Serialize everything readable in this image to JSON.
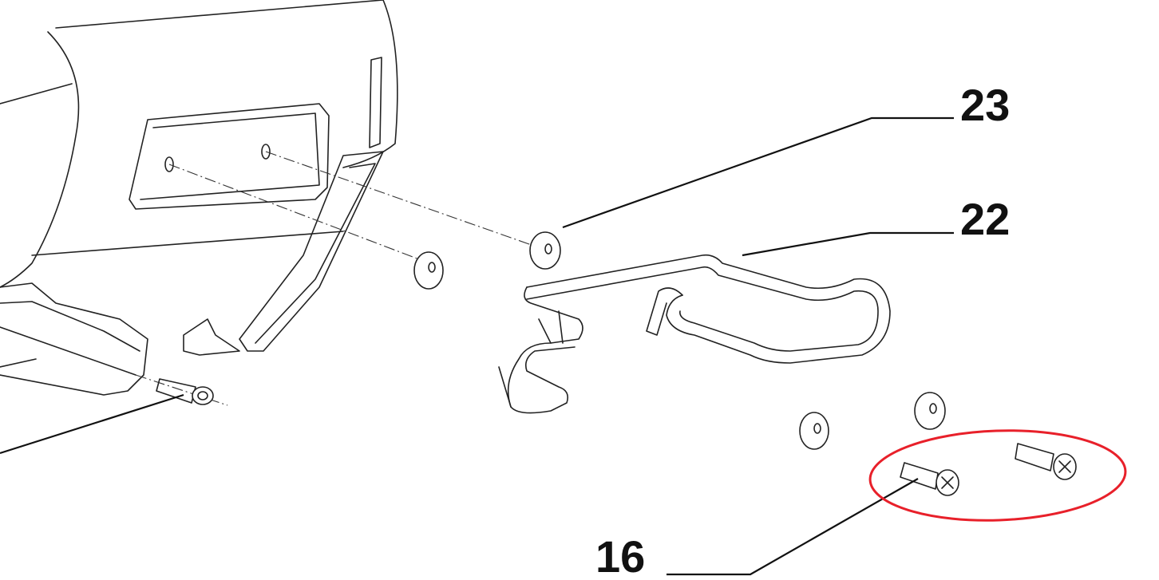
{
  "callouts": {
    "part_23": "23",
    "part_22": "22",
    "part_16": "16"
  },
  "colors": {
    "highlight": "#e8202a",
    "line": "#222222"
  }
}
